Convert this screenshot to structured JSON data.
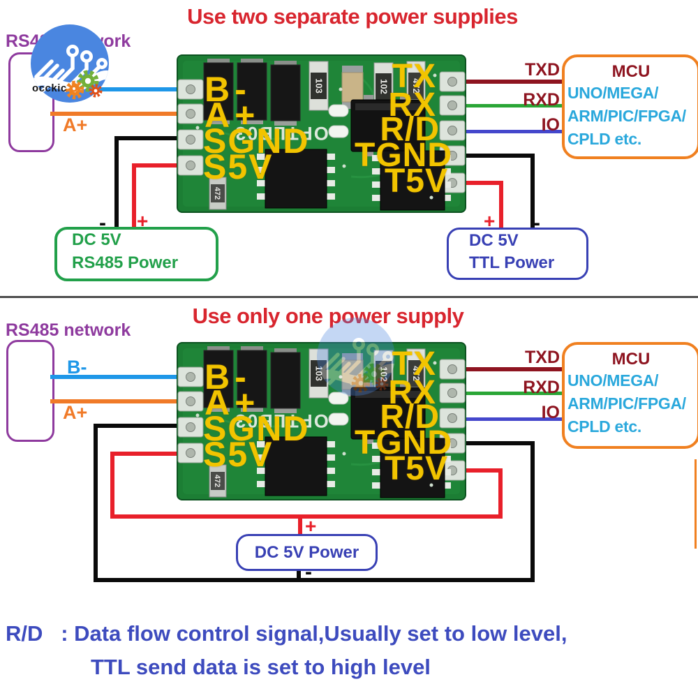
{
  "titles": {
    "top": "Use two separate power supplies",
    "bottom": "Use only one power supply"
  },
  "network": {
    "label": "RS485 network",
    "b_minus": "B-",
    "a_plus": "A+"
  },
  "module": {
    "pins_left": [
      "B-",
      "A+",
      "SGND",
      "S5V"
    ],
    "pins_right": [
      "TX",
      "RX",
      "R/D",
      "TGND",
      "T5V"
    ],
    "silkscreen": "OPTLB03",
    "smd": [
      "103",
      "102",
      "472",
      "472"
    ]
  },
  "mcu": {
    "title": "MCU",
    "lines": [
      "UNO/MEGA/",
      "ARM/PIC/FPGA/",
      "CPLD etc."
    ]
  },
  "signals": {
    "txd": "TXD",
    "rxd": "RXD",
    "io": "IO"
  },
  "power": {
    "rs485_line1": "DC 5V",
    "rs485_line2": "RS485 Power",
    "ttl_line1": "DC 5V",
    "ttl_line2": "TTL Power",
    "single": "DC 5V Power",
    "plus": "+",
    "minus": "-"
  },
  "logo": {
    "brand": "occkic"
  },
  "footnote": {
    "line1": "R/D   : Data flow control signal,Usually set to low level,",
    "line2": "TTL send data is set to high level"
  },
  "colors": {
    "title_red": "#D8252E",
    "purple": "#8E3A9E",
    "yellow_pin": "#F2C400",
    "wire_blue": "#1E97E8",
    "wire_orange": "#F07A28",
    "wire_dark_red": "#8E1420",
    "wire_green": "#2AA636",
    "wire_rd_blue": "#4447CC",
    "wire_red": "#E8202A",
    "wire_black": "#0A0A0A",
    "mcu_border": "#F08020",
    "mcu_cyan": "#2AA8DC",
    "mcu_dark_red": "#8E1420",
    "power_green": "#22A04A",
    "power_blue": "#3840B4",
    "footnote_blue": "#3D4BBE",
    "pcb_green": "#1C7E34"
  }
}
